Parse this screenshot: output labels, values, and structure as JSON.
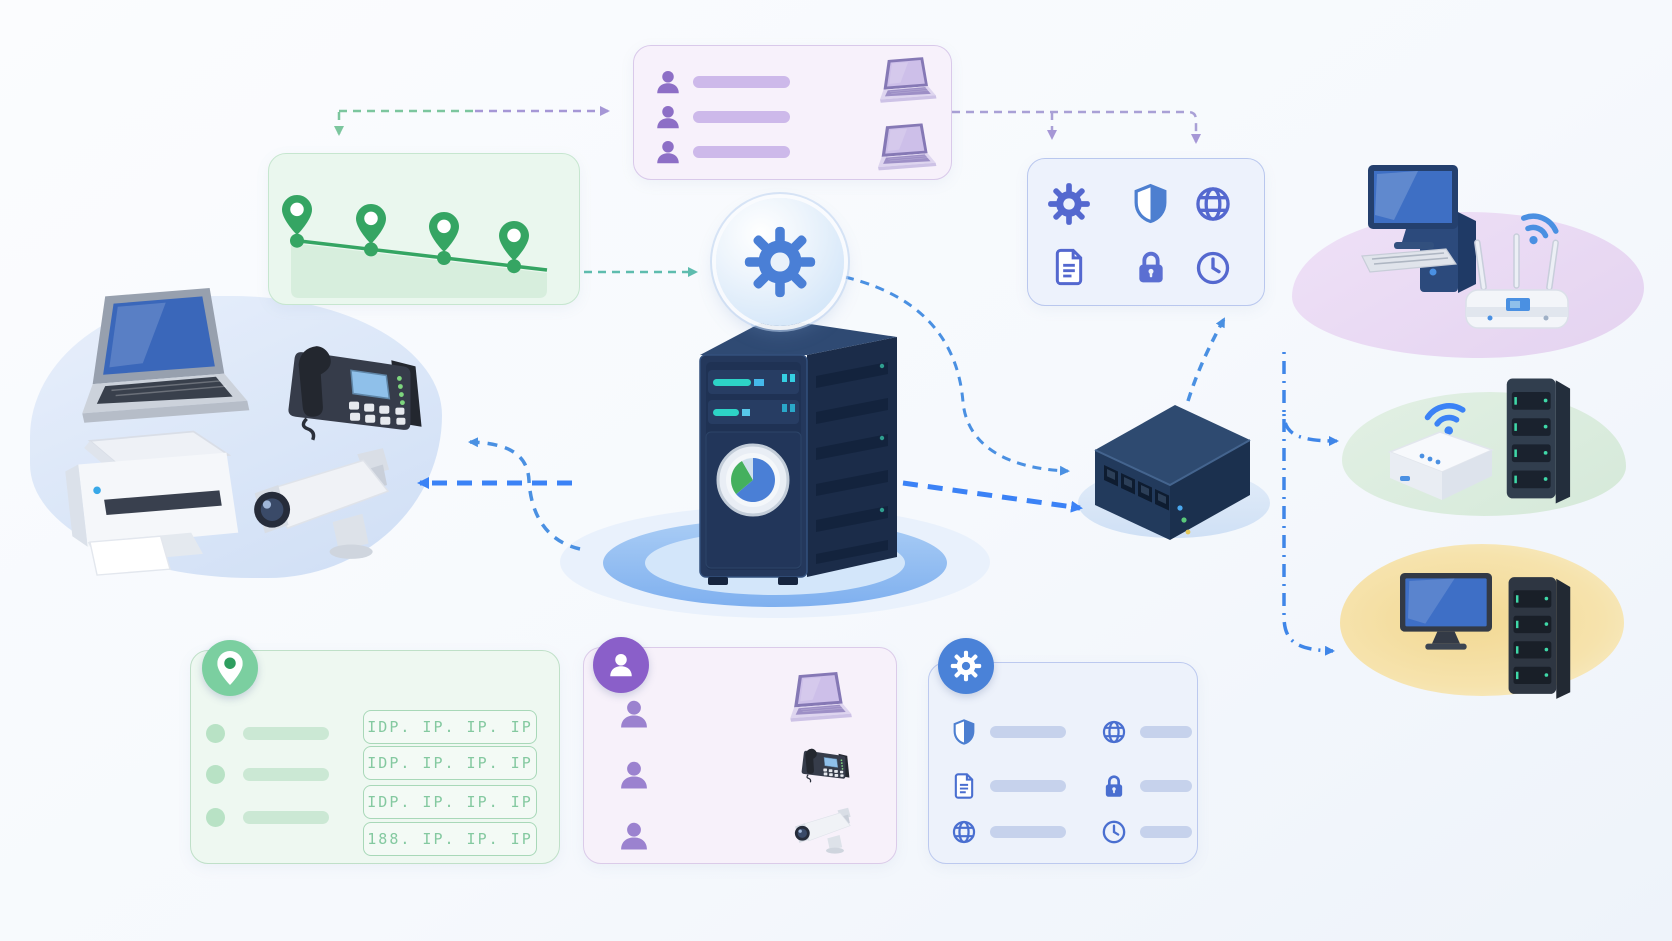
{
  "scene": {
    "type": "network-management-illustration",
    "background": "#f8fafd"
  },
  "top_left_timeline_panel": {
    "kind": "location-timeline",
    "pin_count": 4
  },
  "top_center_user_panel": {
    "kind": "user-list-to-laptops",
    "user_rows": 3,
    "laptop_count": 2
  },
  "top_right_services_panel": {
    "icons": [
      "gear",
      "shield",
      "globe",
      "document",
      "lock",
      "clock"
    ]
  },
  "center_hub": {
    "device": "server-tower",
    "bubble_icon": "gear",
    "front_badge": "pie-gauge"
  },
  "local_devices_blob": {
    "devices": [
      "laptop",
      "ip-desk-phone",
      "printer",
      "security-camera"
    ]
  },
  "switch": {
    "device": "network-switch",
    "port_count": 4
  },
  "right_blob_top": {
    "devices": [
      "desktop-pc",
      "wifi-router"
    ]
  },
  "right_blob_middle": {
    "devices": [
      "wireless-access-point",
      "server-tower"
    ]
  },
  "right_blob_bottom": {
    "devices": [
      "monitor",
      "server-tower"
    ]
  },
  "bottom_left_ip_panel": {
    "badge_icon": "location-pin",
    "bullet_rows": 3,
    "ip_rows": [
      "IDP. IP. IP. IP",
      "IDP. IP. IP. IP",
      "IDP. IP. IP. IP",
      "188. IP. IP. IP"
    ]
  },
  "bottom_center_assignment_panel": {
    "badge_icon": "user",
    "rows": [
      {
        "source": "user",
        "target": "laptop"
      },
      {
        "source": "user",
        "target": "ip-desk-phone"
      },
      {
        "source": "user",
        "target": "security-camera"
      }
    ]
  },
  "bottom_right_services_panel": {
    "badge_icon": "gear",
    "rows": [
      [
        "shield",
        "globe"
      ],
      [
        "document",
        "lock"
      ],
      [
        "globe",
        "clock"
      ]
    ]
  },
  "accents": {
    "blue": "#3b82f6",
    "indigo": "#5468cf",
    "green": "#35a563",
    "purple": "#8d65c8",
    "teal": "#2dd3c6",
    "navy": "#24385c"
  }
}
